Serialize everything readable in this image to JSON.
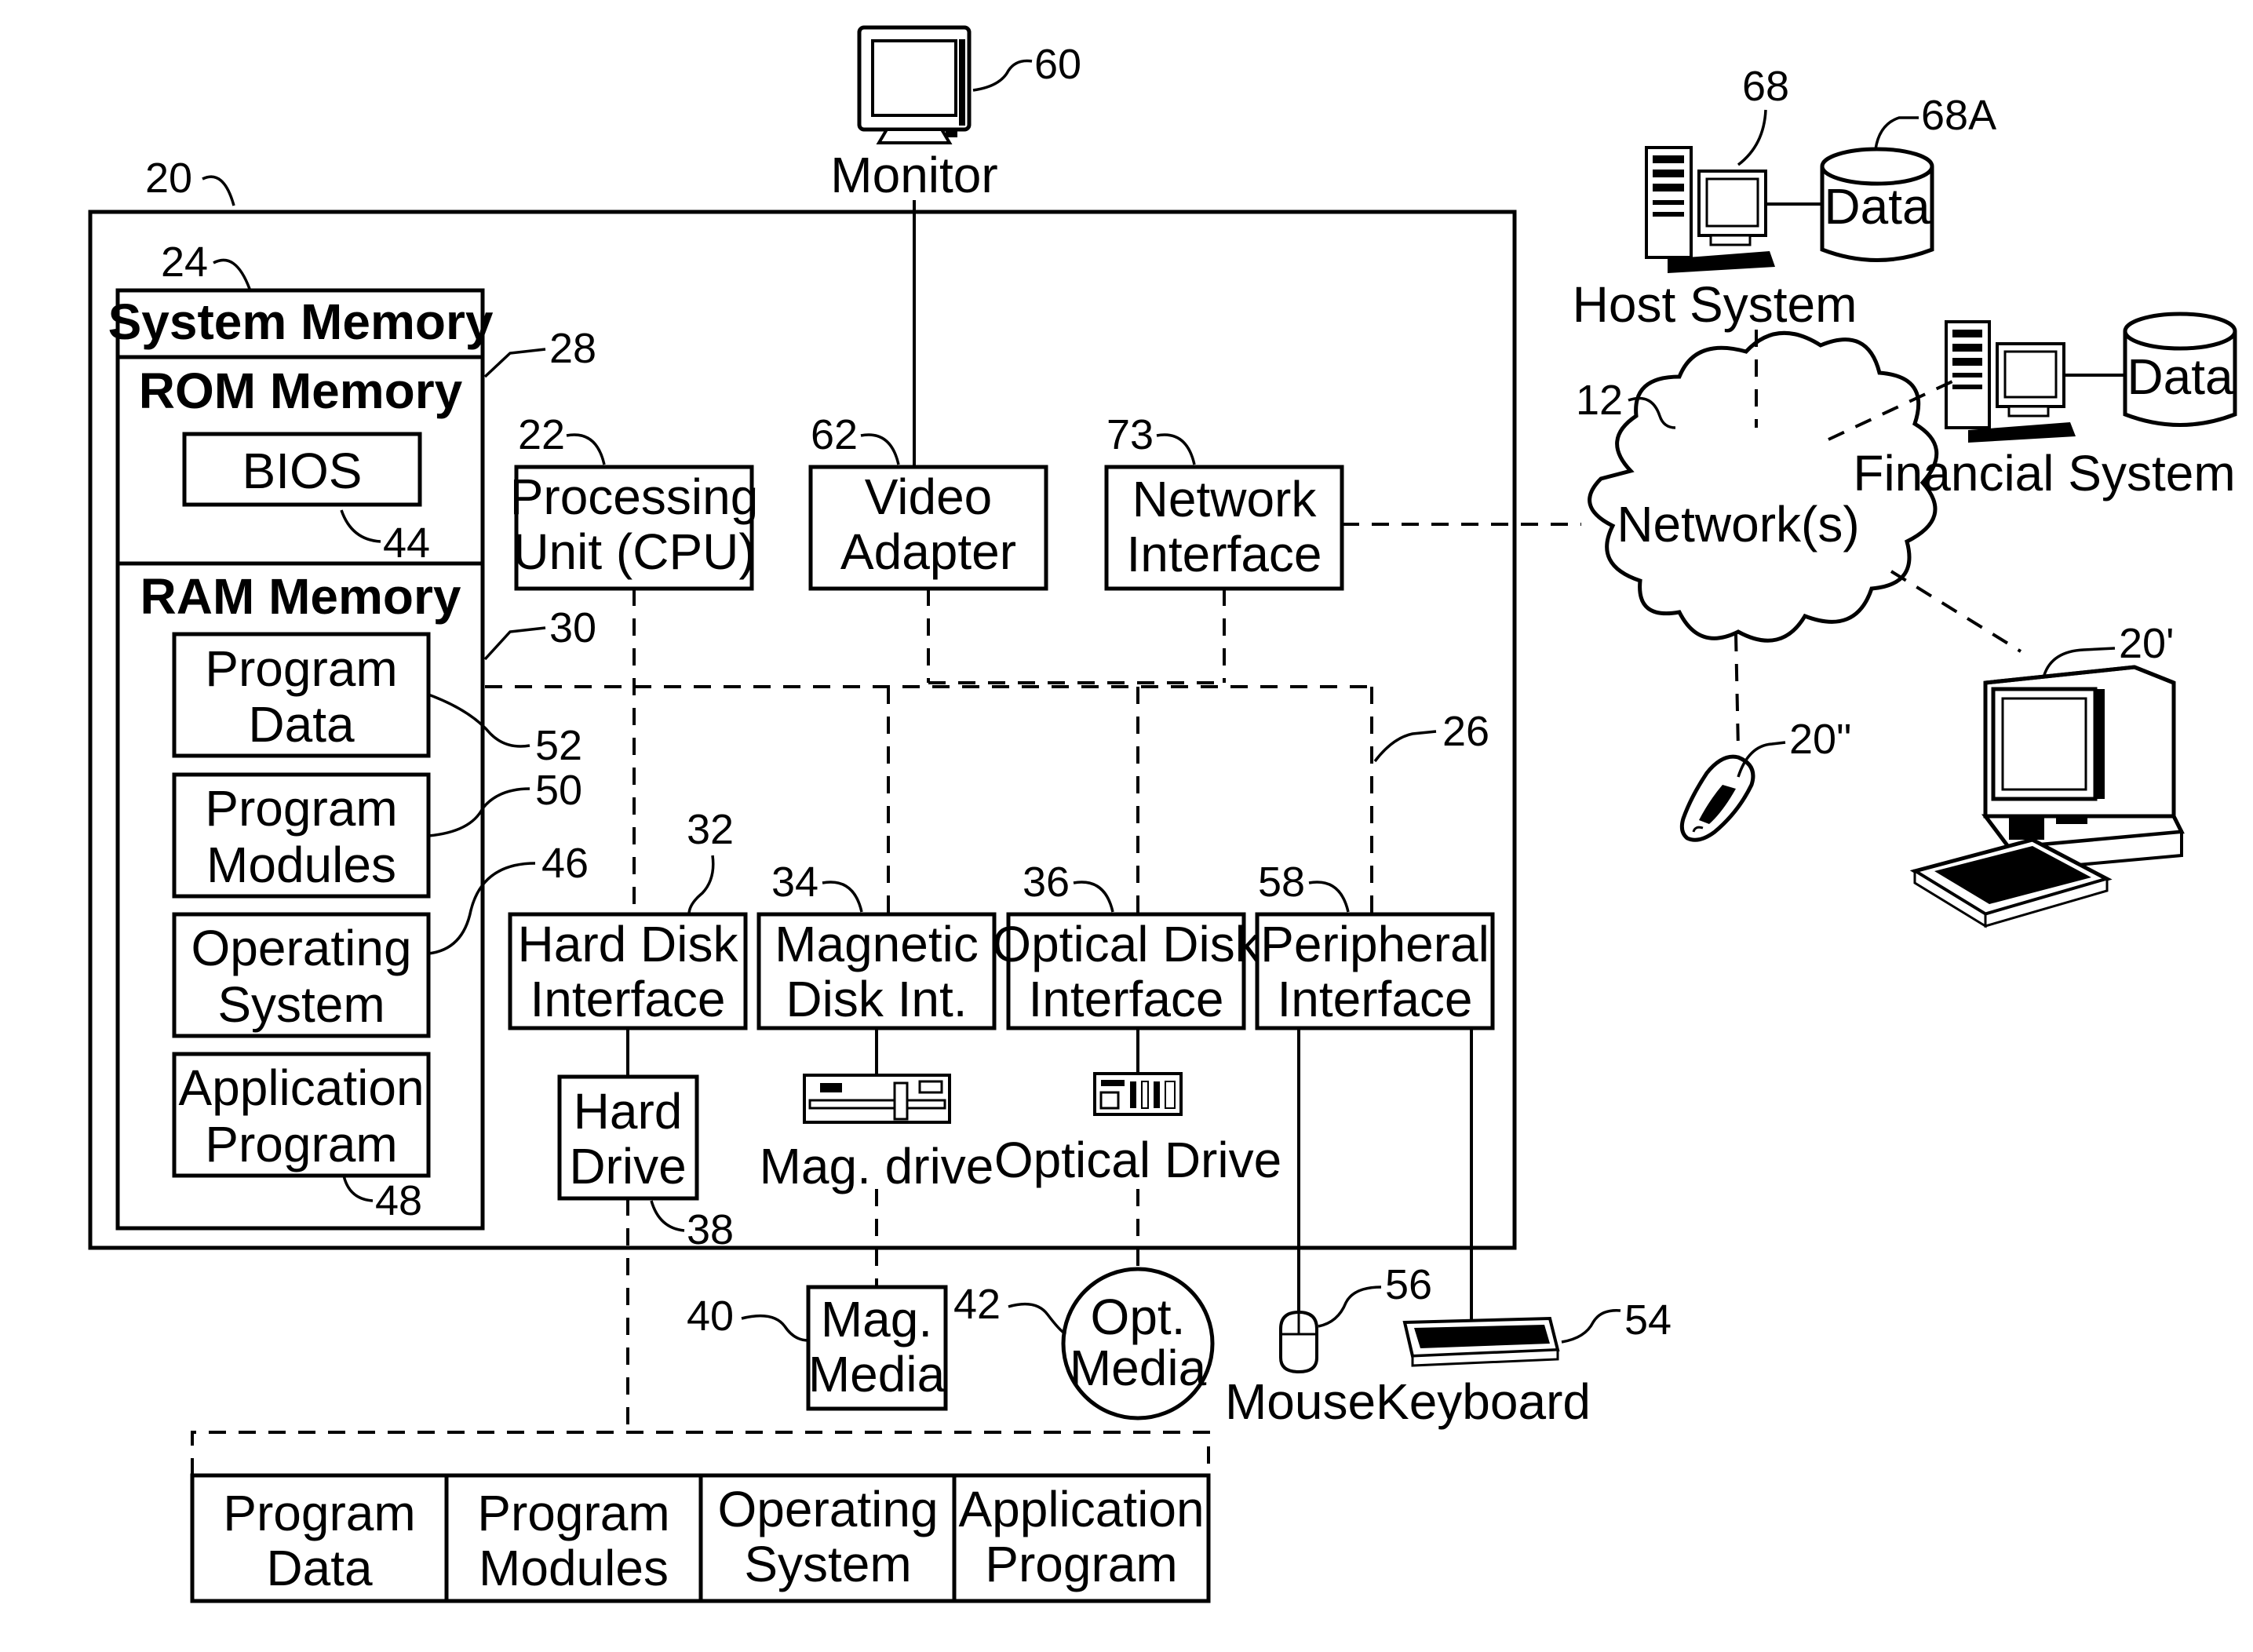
{
  "main_box": {
    "ref": "20"
  },
  "system_memory": {
    "title": "System Memory",
    "ref": "24",
    "rom": {
      "title": "ROM Memory",
      "ref": "28",
      "bios": "BIOS",
      "bios_ref": "44"
    },
    "ram": {
      "title": "RAM Memory",
      "ref": "30",
      "items": [
        {
          "line1": "Program",
          "line2": "Data",
          "ref": "52"
        },
        {
          "line1": "Program",
          "line2": "Modules",
          "ref": "50"
        },
        {
          "line1": "Operating",
          "line2": "System",
          "ref": "46"
        },
        {
          "line1": "Application",
          "line2": "Program",
          "ref": "48"
        }
      ]
    }
  },
  "cpu": {
    "line1": "Processing",
    "line2": "Unit (CPU)",
    "ref": "22"
  },
  "video_adapter": {
    "line1": "Video",
    "line2": "Adapter",
    "ref": "62"
  },
  "network_interface": {
    "line1": "Network",
    "line2": "Interface",
    "ref": "73"
  },
  "monitor": {
    "label": "Monitor",
    "ref": "60"
  },
  "bus": {
    "ref": "26"
  },
  "hard_disk_interface": {
    "line1": "Hard Disk",
    "line2": "Interface",
    "ref": "32"
  },
  "magnetic_disk_int": {
    "line1": "Magnetic",
    "line2": "Disk Int.",
    "ref": "34"
  },
  "optical_disk_interface": {
    "line1": "Optical Disk",
    "line2": "Interface",
    "ref": "36"
  },
  "peripheral_interface": {
    "line1": "Peripheral",
    "line2": "Interface",
    "ref": "58"
  },
  "hard_drive": {
    "line1": "Hard",
    "line2": "Drive",
    "ref": "38"
  },
  "mag_drive": {
    "label": "Mag. drive"
  },
  "optical_drive": {
    "label": "Optical Drive"
  },
  "mag_media": {
    "line1": "Mag.",
    "line2": "Media",
    "ref": "40"
  },
  "opt_media": {
    "line1": "Opt.",
    "line2": "Media",
    "ref": "42"
  },
  "mouse": {
    "label": "Mouse",
    "ref": "56"
  },
  "keyboard": {
    "label": "Keyboard",
    "ref": "54"
  },
  "network": {
    "label": "Network(s)",
    "ref": "12"
  },
  "host_system": {
    "label": "Host System",
    "ref": "68",
    "data_label": "Data",
    "data_ref": "68A"
  },
  "financial_system": {
    "label": "Financial System",
    "data_label": "Data"
  },
  "remote_computer": {
    "ref": "20'"
  },
  "mobile_device": {
    "ref": "20\""
  },
  "storage_row": [
    {
      "line1": "Program",
      "line2": "Data"
    },
    {
      "line1": "Program",
      "line2": "Modules"
    },
    {
      "line1": "Operating",
      "line2": "System"
    },
    {
      "line1": "Application",
      "line2": "Program"
    }
  ],
  "icons": {
    "monitor": "monitor-icon",
    "host": "desktop-computer-icon",
    "financial": "desktop-computer-icon",
    "database": "database-cylinder-icon",
    "cloud": "cloud-icon",
    "phone": "mobile-phone-icon",
    "remote": "workstation-icon",
    "mouse": "mouse-icon",
    "keyboard": "keyboard-icon",
    "mag_drive": "floppy-drive-icon",
    "optical_drive": "optical-drive-icon"
  }
}
